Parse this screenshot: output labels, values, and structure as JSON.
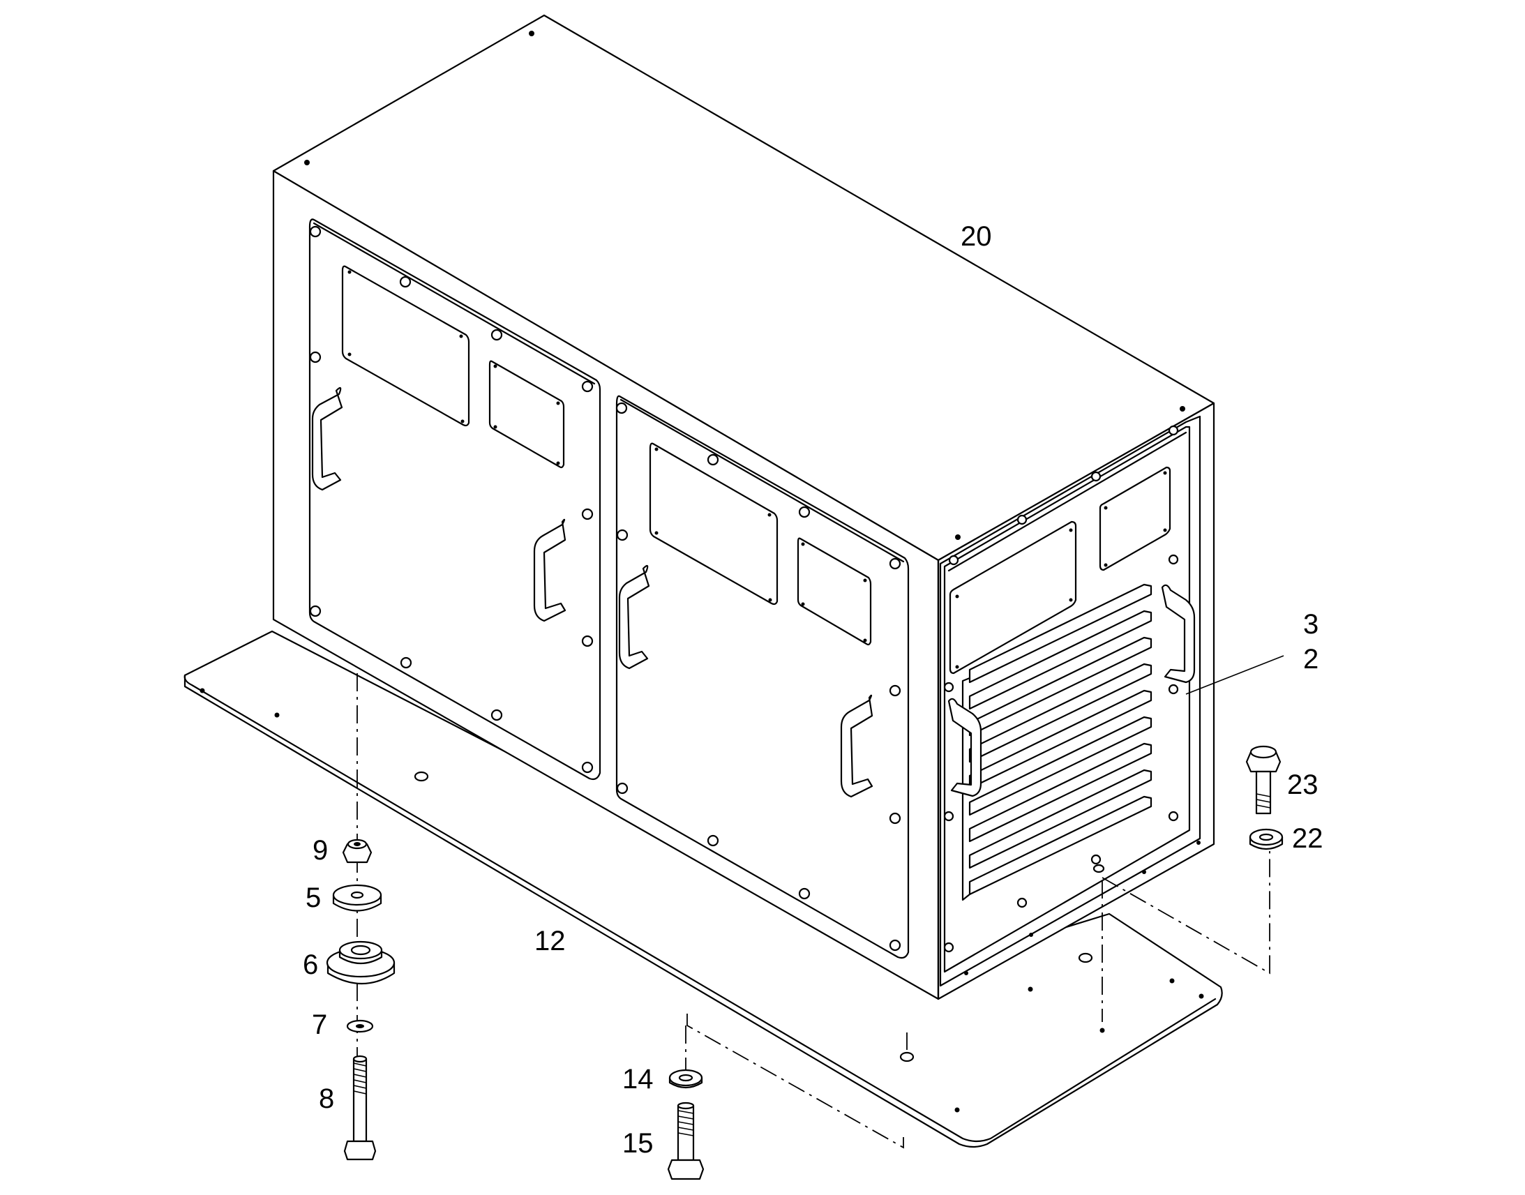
{
  "callouts": {
    "c20": "20",
    "c3": "3",
    "c2": "2",
    "c23": "23",
    "c22": "22",
    "c9": "9",
    "c5": "5",
    "c6": "6",
    "c7": "7",
    "c8": "8",
    "c12": "12",
    "c14": "14",
    "c15": "15"
  },
  "colors": {
    "line": "#000000",
    "background": "#ffffff"
  }
}
